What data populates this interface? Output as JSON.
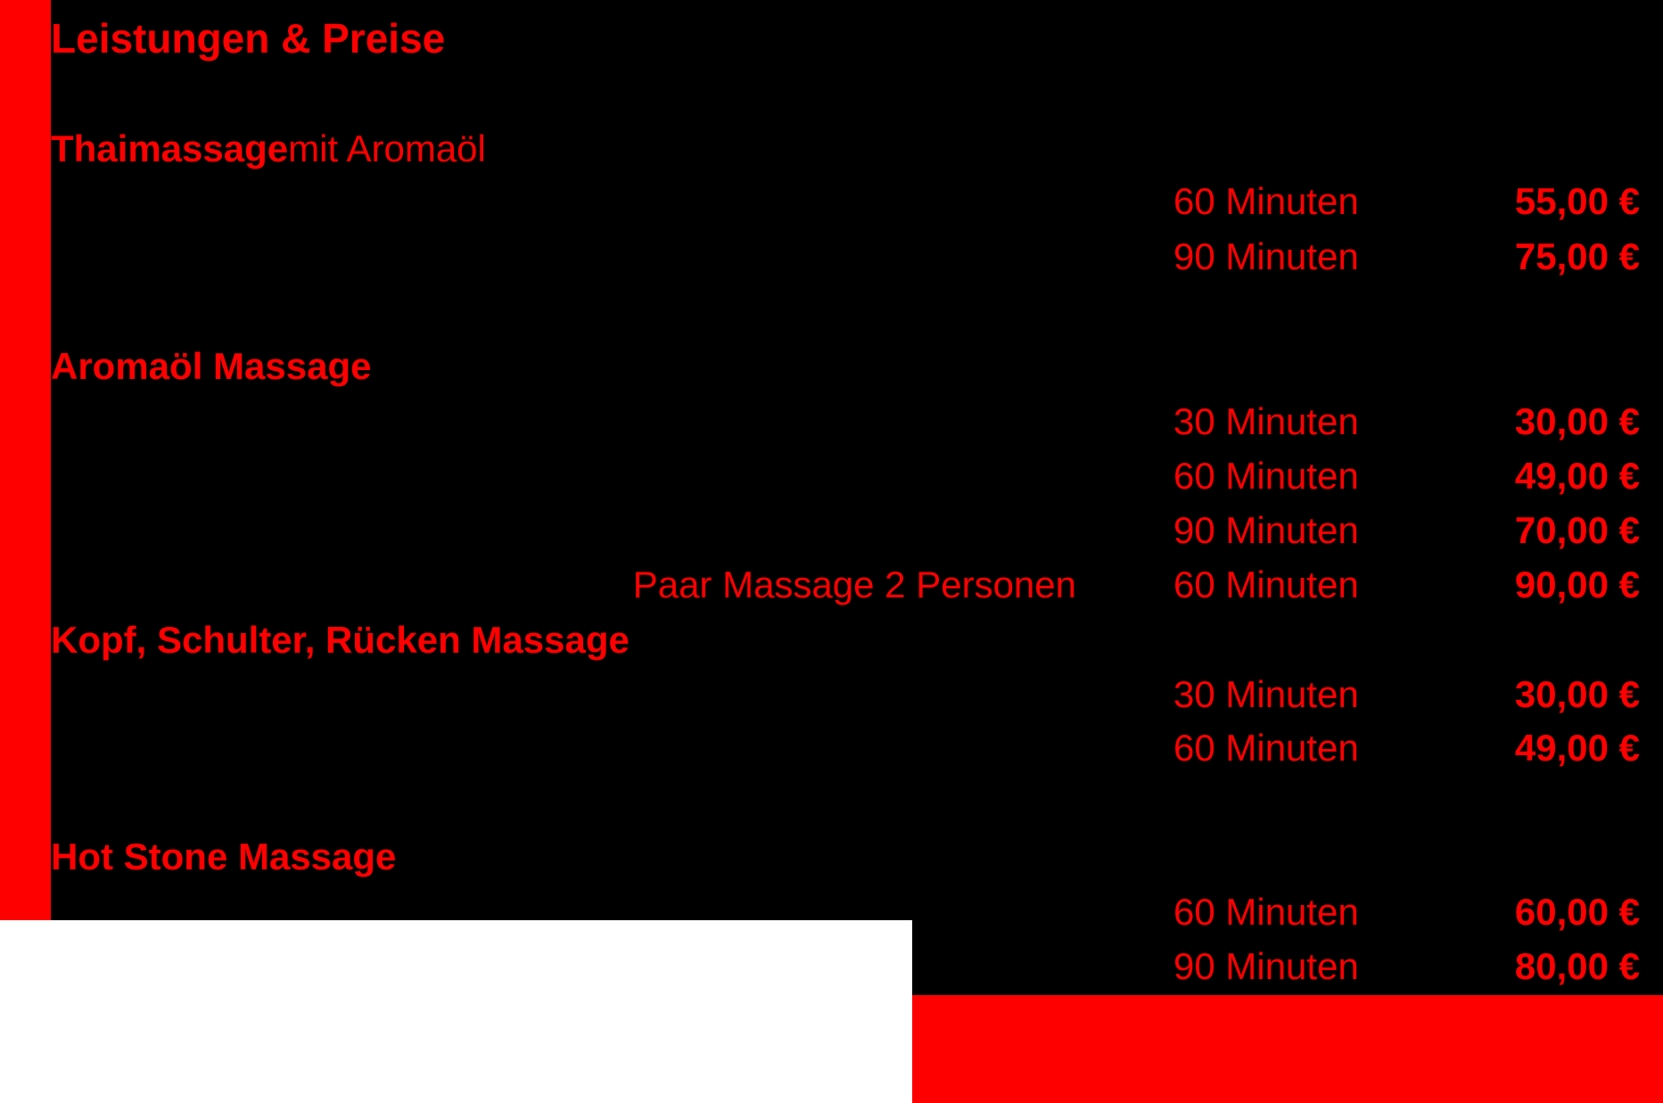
{
  "title": "Leistungen & Preise",
  "colors": {
    "accent": "#ff0000",
    "panel": "#000000",
    "page": "#ffffff"
  },
  "currency_symbol": "€",
  "sections": [
    {
      "heading_bold": "Thaimassage",
      "heading_rest": " mit Aromaöl",
      "rows": [
        {
          "label": "",
          "duration": "60 Minuten",
          "price": "55,00 €"
        },
        {
          "label": "",
          "duration": "90 Minuten",
          "price": "75,00 €"
        }
      ]
    },
    {
      "heading_bold": "Aromaöl Massage",
      "heading_rest": "",
      "rows": [
        {
          "label": "",
          "duration": "30 Minuten",
          "price": "30,00 €"
        },
        {
          "label": "",
          "duration": "60 Minuten",
          "price": "49,00 €"
        },
        {
          "label": "",
          "duration": "90 Minuten",
          "price": "70,00 €"
        },
        {
          "label": "Paar Massage 2 Personen",
          "duration": "60 Minuten",
          "price": "90,00 €"
        }
      ]
    },
    {
      "heading_bold": "Kopf, Schulter, Rücken Massage",
      "heading_rest": "",
      "rows": [
        {
          "label": "",
          "duration": "30 Minuten",
          "price": "30,00 €"
        },
        {
          "label": "",
          "duration": "60 Minuten",
          "price": "49,00 €"
        }
      ]
    },
    {
      "heading_bold": "Hot Stone Massage",
      "heading_rest": "",
      "rows": [
        {
          "label": "",
          "duration": "60 Minuten",
          "price": "60,00 €"
        },
        {
          "label": "",
          "duration": "90 Minuten",
          "price": "80,00 €"
        }
      ]
    }
  ]
}
